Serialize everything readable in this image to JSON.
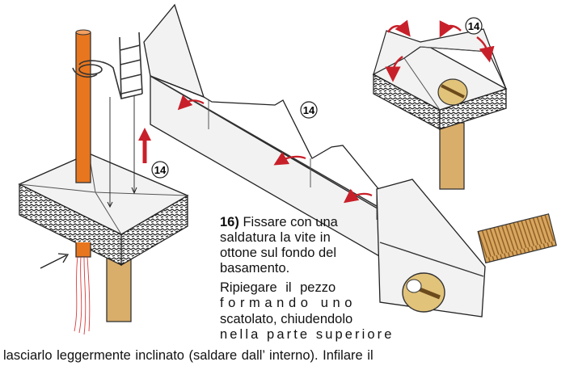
{
  "callouts": {
    "left_step": "14",
    "middle_step": "14",
    "top_right_step": "14"
  },
  "instructions": {
    "step_number": "16)",
    "line1_rest": " Fissare con una",
    "line2": "saldatura la vite  in",
    "line3": "ottone  sul fondo del",
    "line4": "basamento.",
    "line5": "Ripiegare il pezzo",
    "line6": "formando uno",
    "line7": "scatolato, chiudendolo",
    "line8": "nella parte superiore",
    "line9": "lasciarlo leggermente inclinato (saldare dall’ interno). Infilare il"
  },
  "colors": {
    "pole": "#e8761e",
    "wood": "#d9ad6a",
    "brass": "#e2c37a",
    "arrow_red": "#c8202a",
    "metal": "#f2f2f2"
  }
}
